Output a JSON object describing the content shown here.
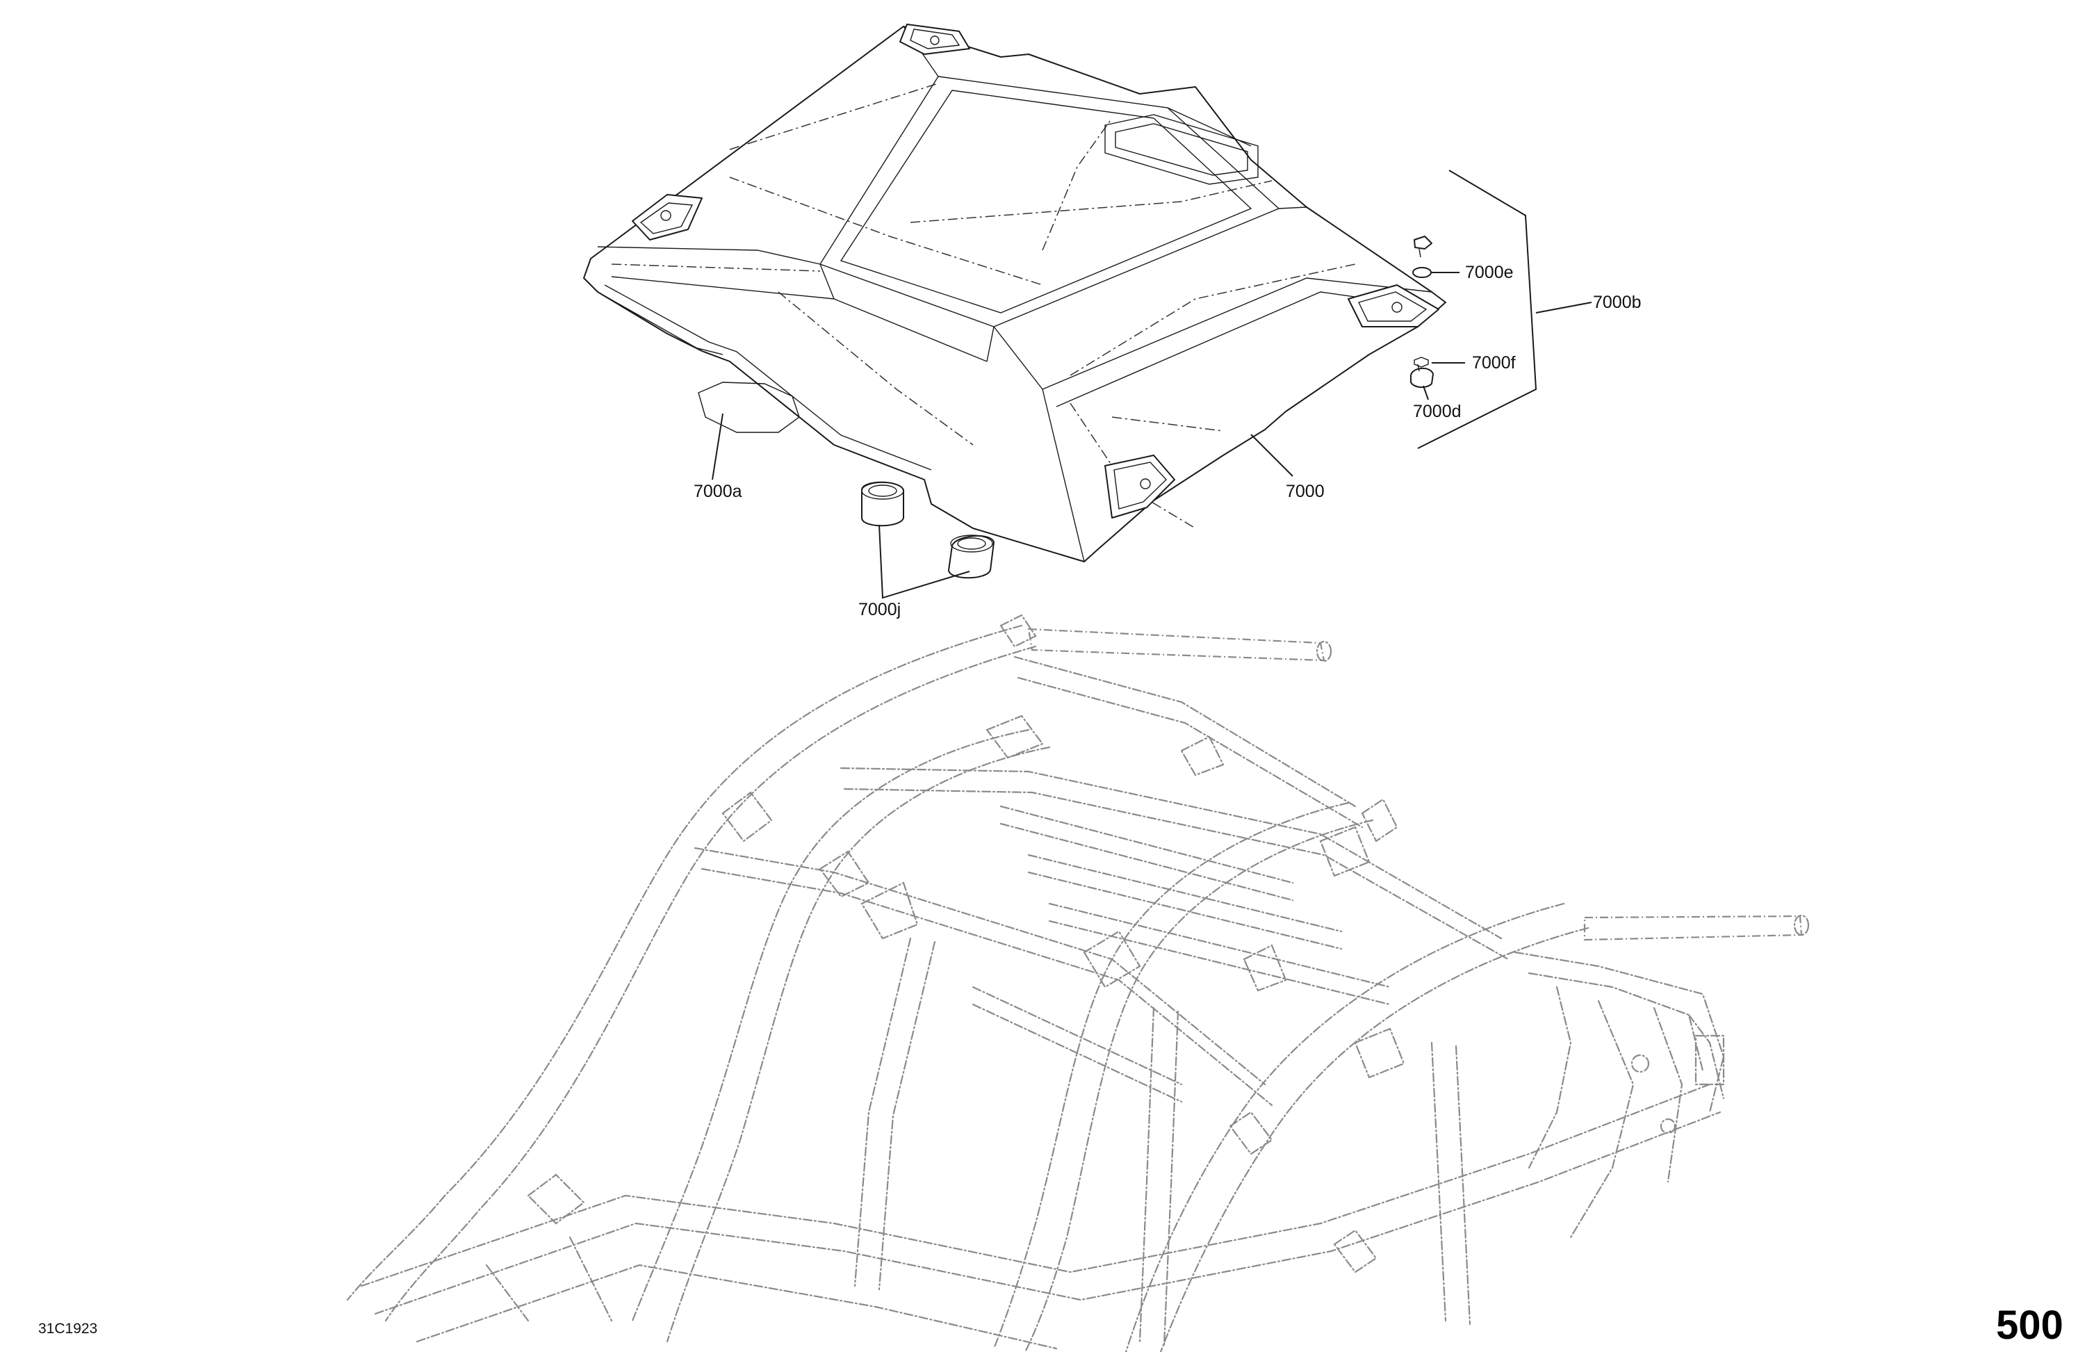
{
  "diagram": {
    "callouts": {
      "c7000": "7000",
      "c7000a": "7000a",
      "c7000b": "7000b",
      "c7000d": "7000d",
      "c7000e": "7000e",
      "c7000f": "7000f",
      "c7000j": "7000j"
    },
    "drawing_code": "31C1923",
    "page_number": "500"
  }
}
